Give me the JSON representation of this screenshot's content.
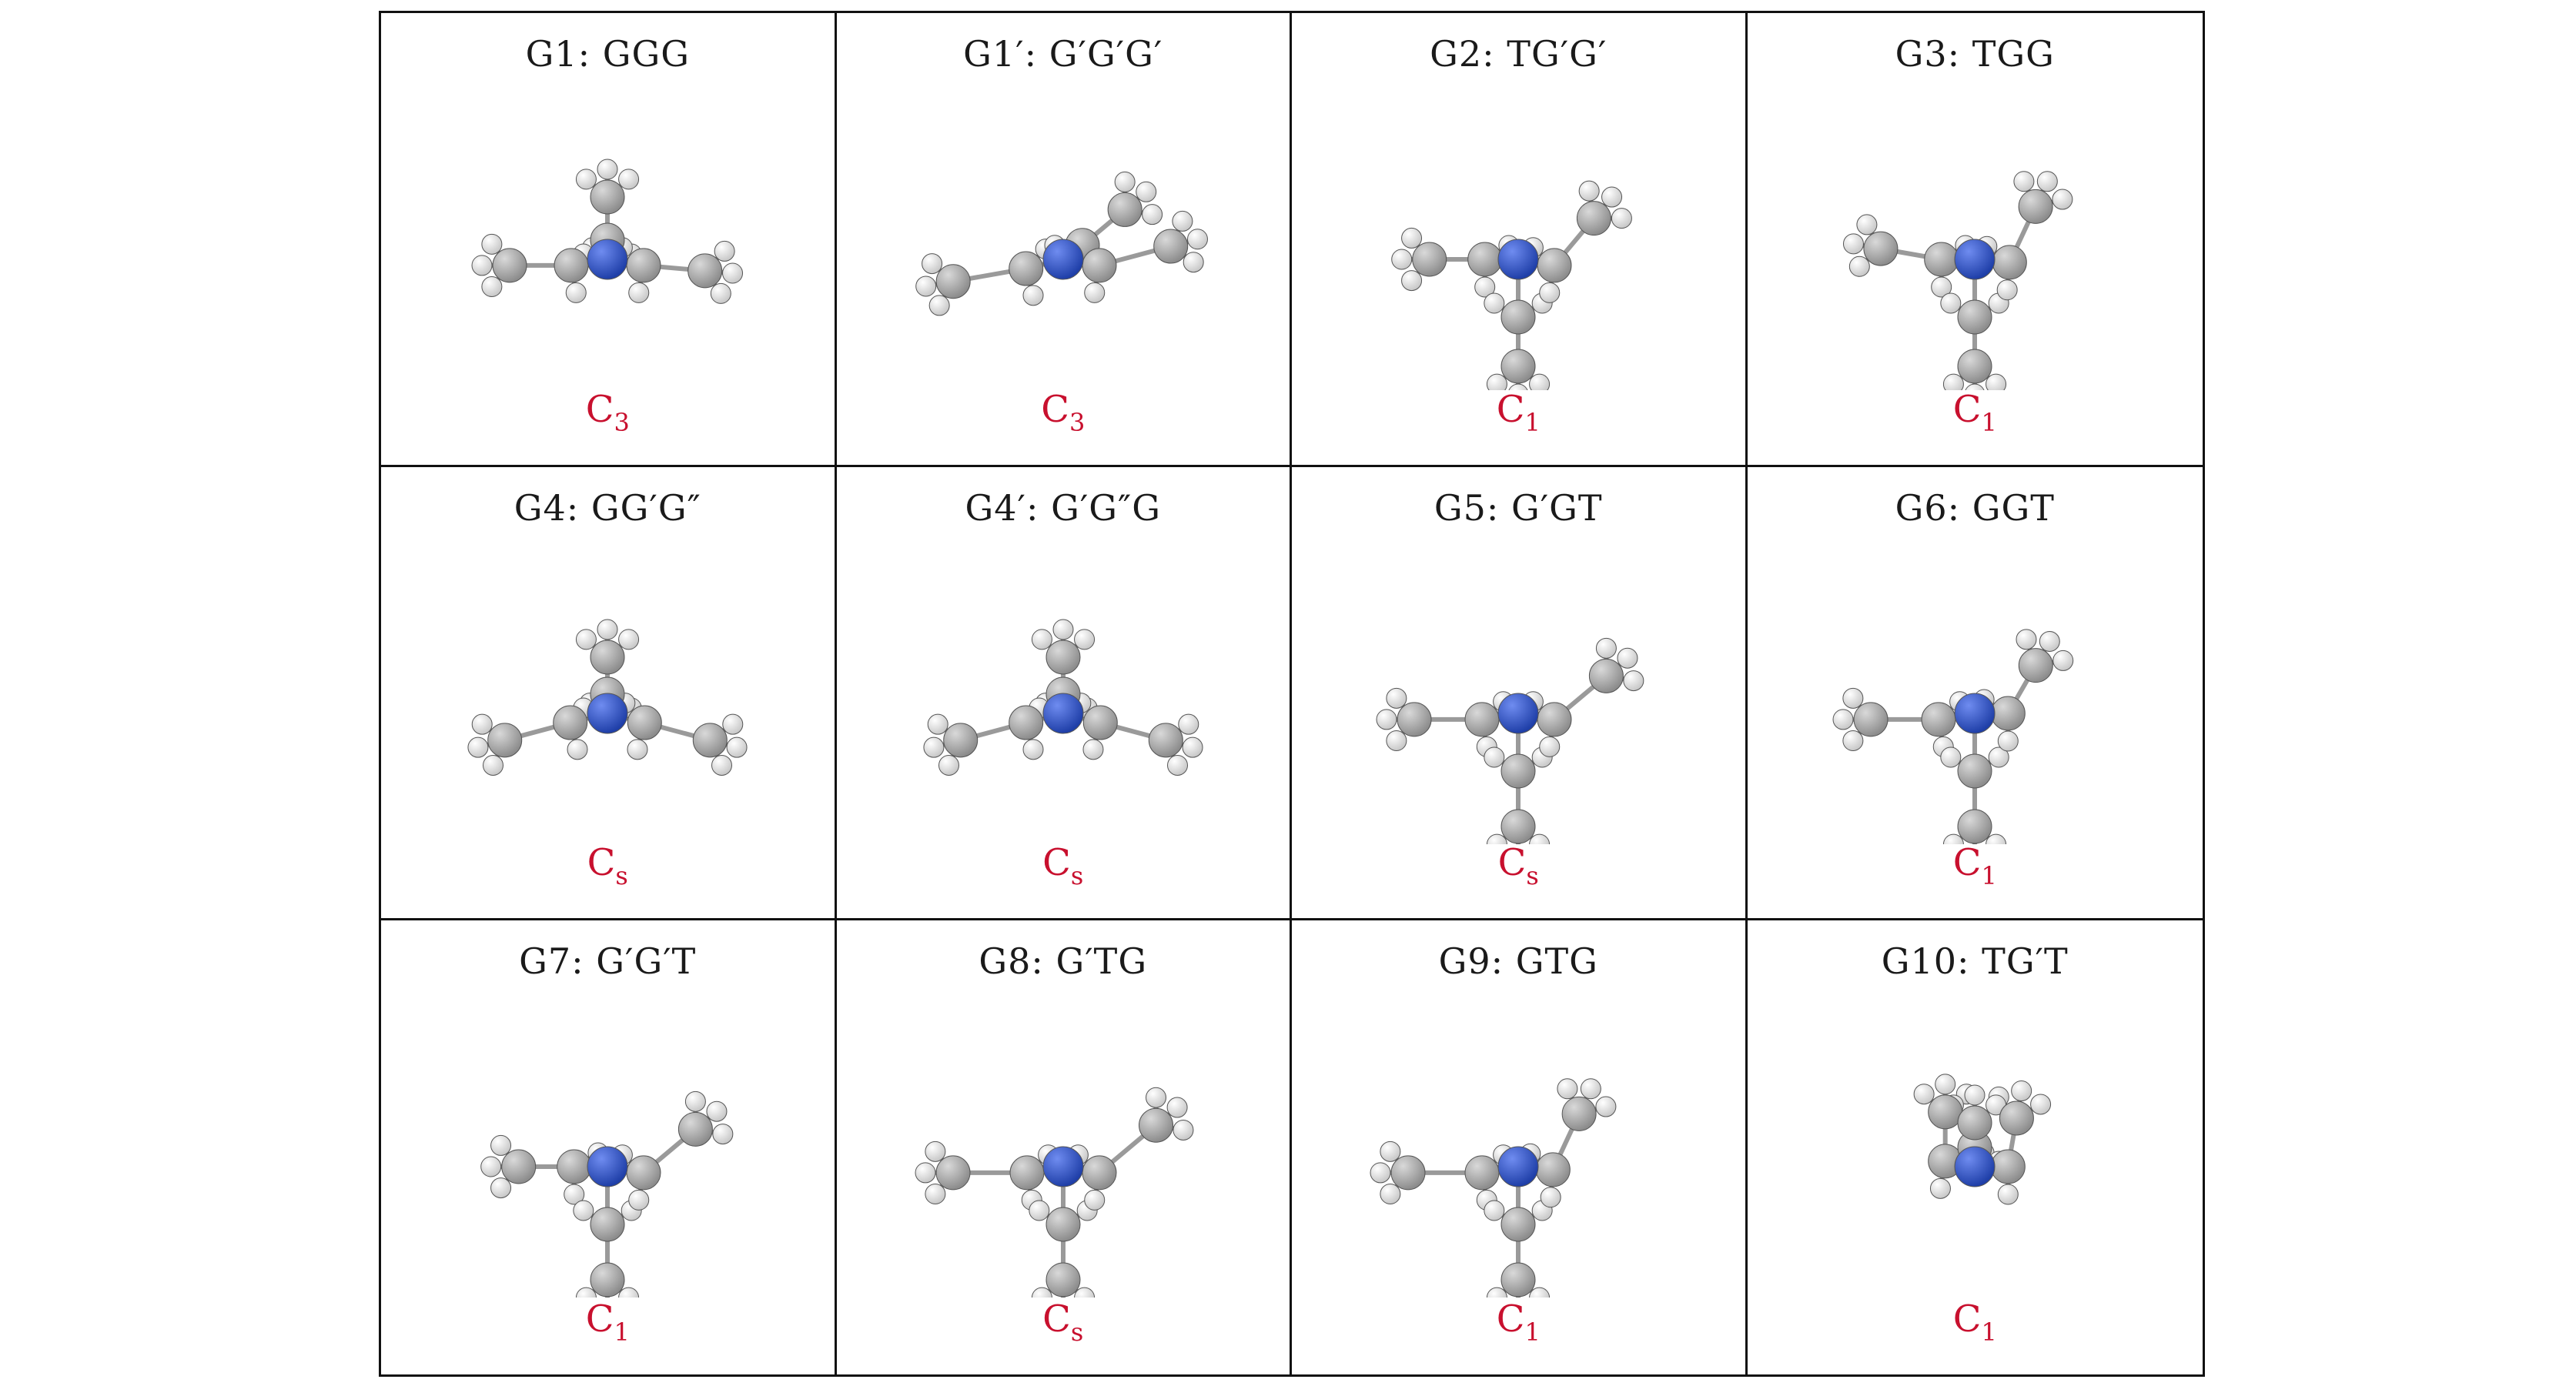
{
  "colors": {
    "nitrogen": "#1f3fa8",
    "carbon": "#8c8c8c",
    "hydrogen": "#e6e6e6",
    "symmetry_label": "#c8102e",
    "grid_line": "#111111"
  },
  "cells": [
    {
      "title": "G1: GGG",
      "sym_base": "C",
      "sym_sub": "3"
    },
    {
      "title": "G1′: G′G′G′",
      "sym_base": "C",
      "sym_sub": "3"
    },
    {
      "title": "G2: TG′G′",
      "sym_base": "C",
      "sym_sub": "1"
    },
    {
      "title": "G3: TGG",
      "sym_base": "C",
      "sym_sub": "1"
    },
    {
      "title": "G4: GG′G″",
      "sym_base": "C",
      "sym_sub": "s"
    },
    {
      "title": "G4′: G′G″G",
      "sym_base": "C",
      "sym_sub": "s"
    },
    {
      "title": "G5: G′GT",
      "sym_base": "C",
      "sym_sub": "s"
    },
    {
      "title": "G6: GGT",
      "sym_base": "C",
      "sym_sub": "1"
    },
    {
      "title": "G7: G′G′T",
      "sym_base": "C",
      "sym_sub": "1"
    },
    {
      "title": "G8: G′TG",
      "sym_base": "C",
      "sym_sub": "s"
    },
    {
      "title": "G9: GTG",
      "sym_base": "C",
      "sym_sub": "1"
    },
    {
      "title": "G10: TG′T",
      "sym_base": "C",
      "sym_sub": "1"
    }
  ]
}
